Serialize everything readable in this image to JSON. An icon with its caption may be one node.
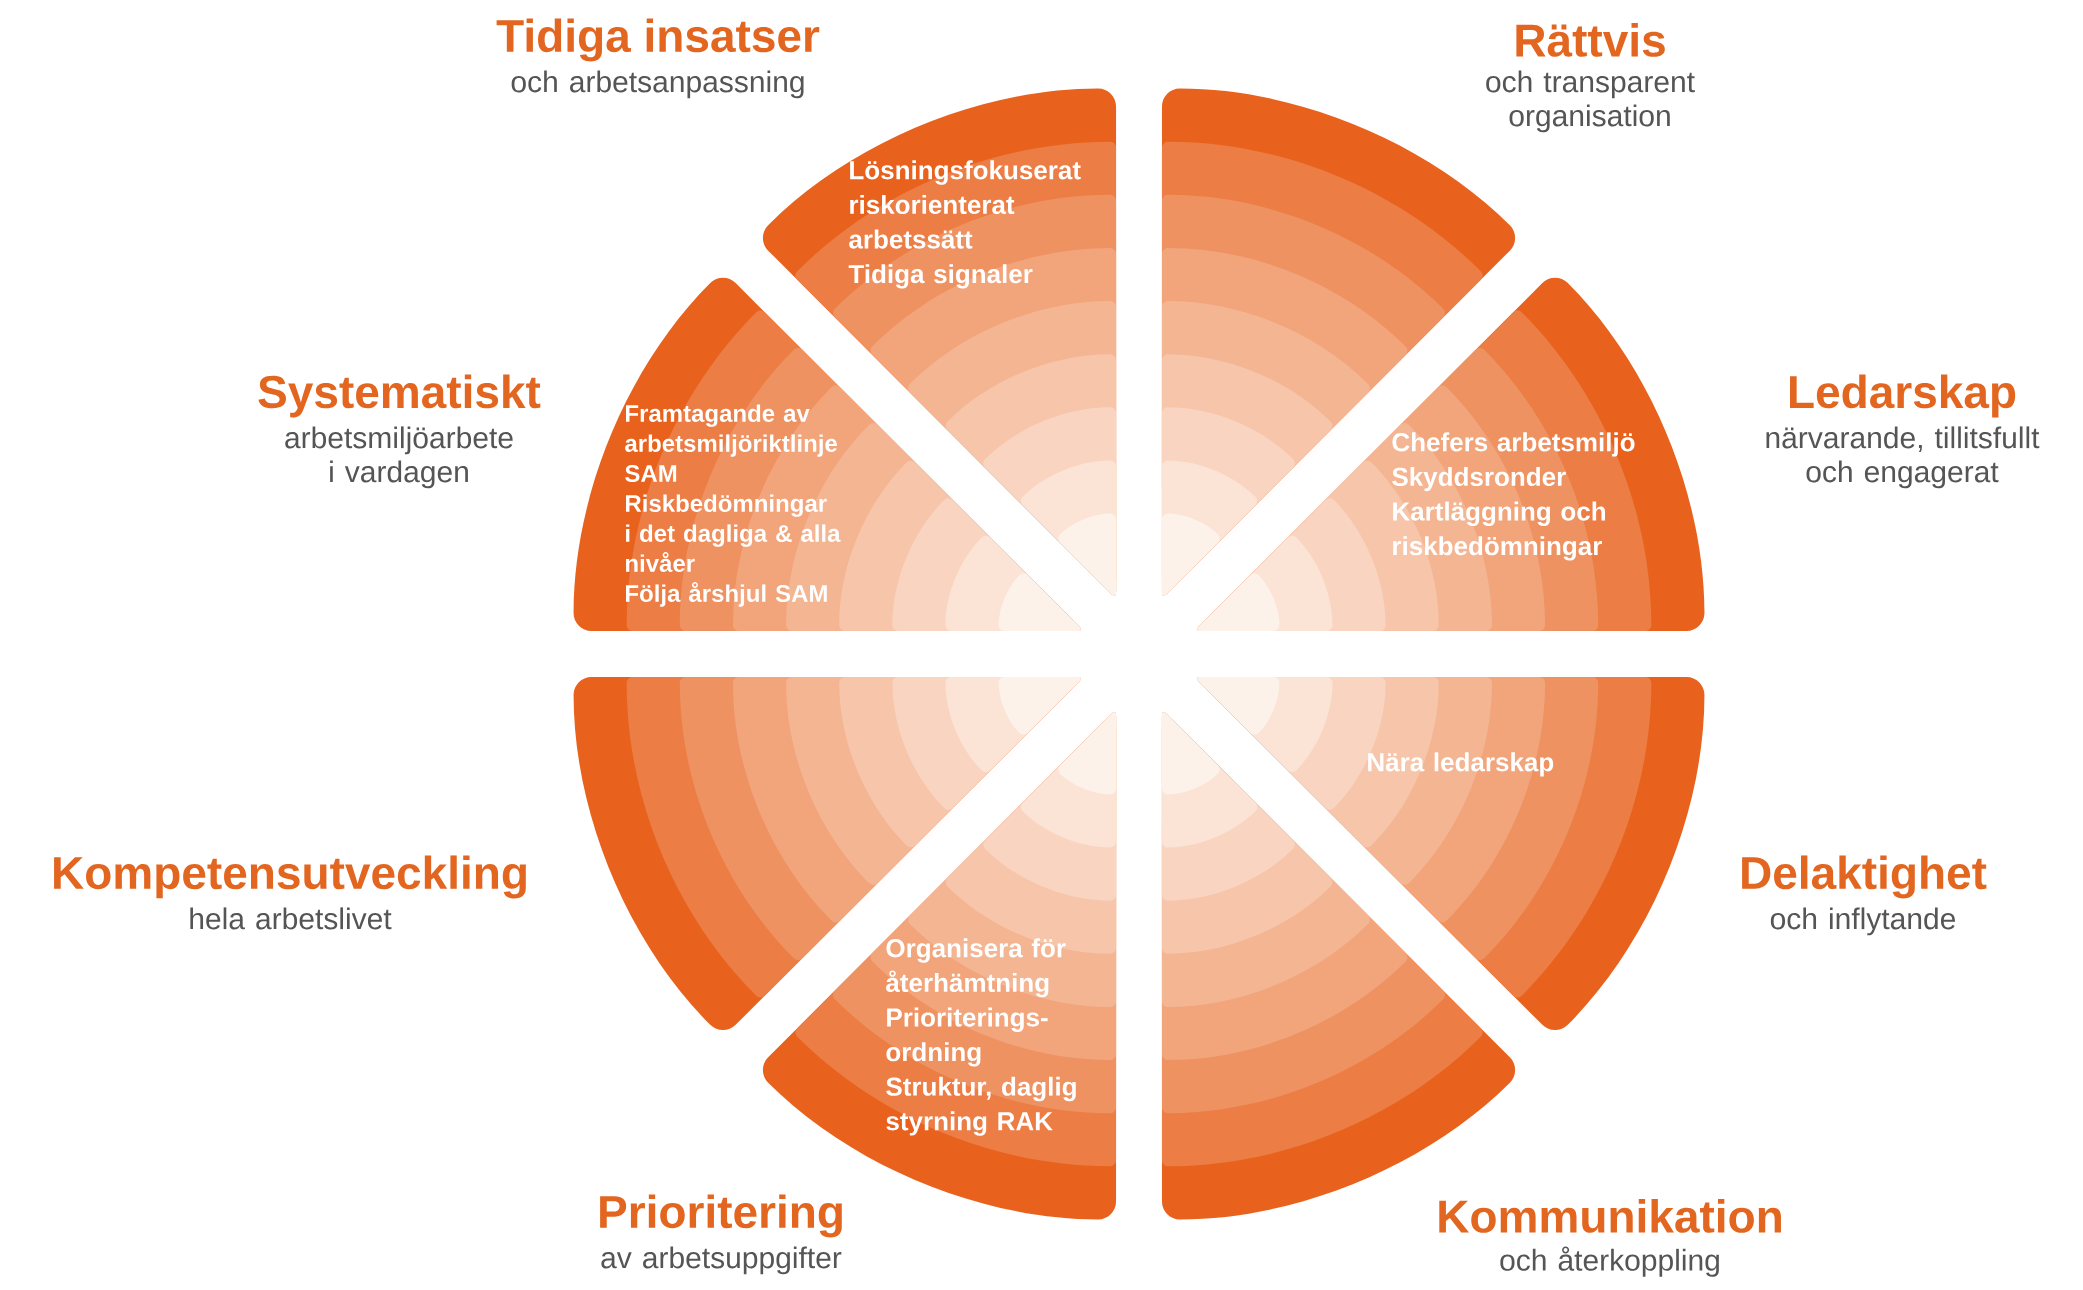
{
  "diagram": {
    "nodes": [
      {
        "text": [
          "Tidiga insatser",
          "och arbetsanpassning",
          "Lösningsfokuserat riskorienterat arbetssätt",
          "Tidiga signaler"
        ]
      },
      {
        "text": [
          "Rättvis",
          "och transparent organisation"
        ]
      },
      {
        "text": [
          "Systematiskt",
          "arbetsmiljöarbete i vardagen",
          "Framtagande av arbetsmiljöriktlinje",
          "SAM",
          "Riskbedömningar i det dagliga & alla nivåer",
          "Följa årshjul SAM"
        ]
      },
      {
        "text": [
          "Ledarskap",
          "närvarande, tillitsfullt och engagerat",
          "Chefers arbetsmiljö",
          "Skyddsronder",
          "Kartläggning och riskbedömningar"
        ]
      },
      {
        "text": [
          "Kompetensutveckling",
          "hela arbetslivet"
        ]
      },
      {
        "text": [
          "Delaktighet",
          "och inflytande",
          "Nära ledarskap"
        ]
      },
      {
        "text": [
          "Prioritering",
          "av arbetsuppgifter",
          "Organisera för återhämtning",
          "Prioriterings-ordning",
          "Struktur, daglig styrning RAK"
        ]
      },
      {
        "text": [
          "Kommunikation",
          "och återkoppling"
        ]
      }
    ]
  }
}
